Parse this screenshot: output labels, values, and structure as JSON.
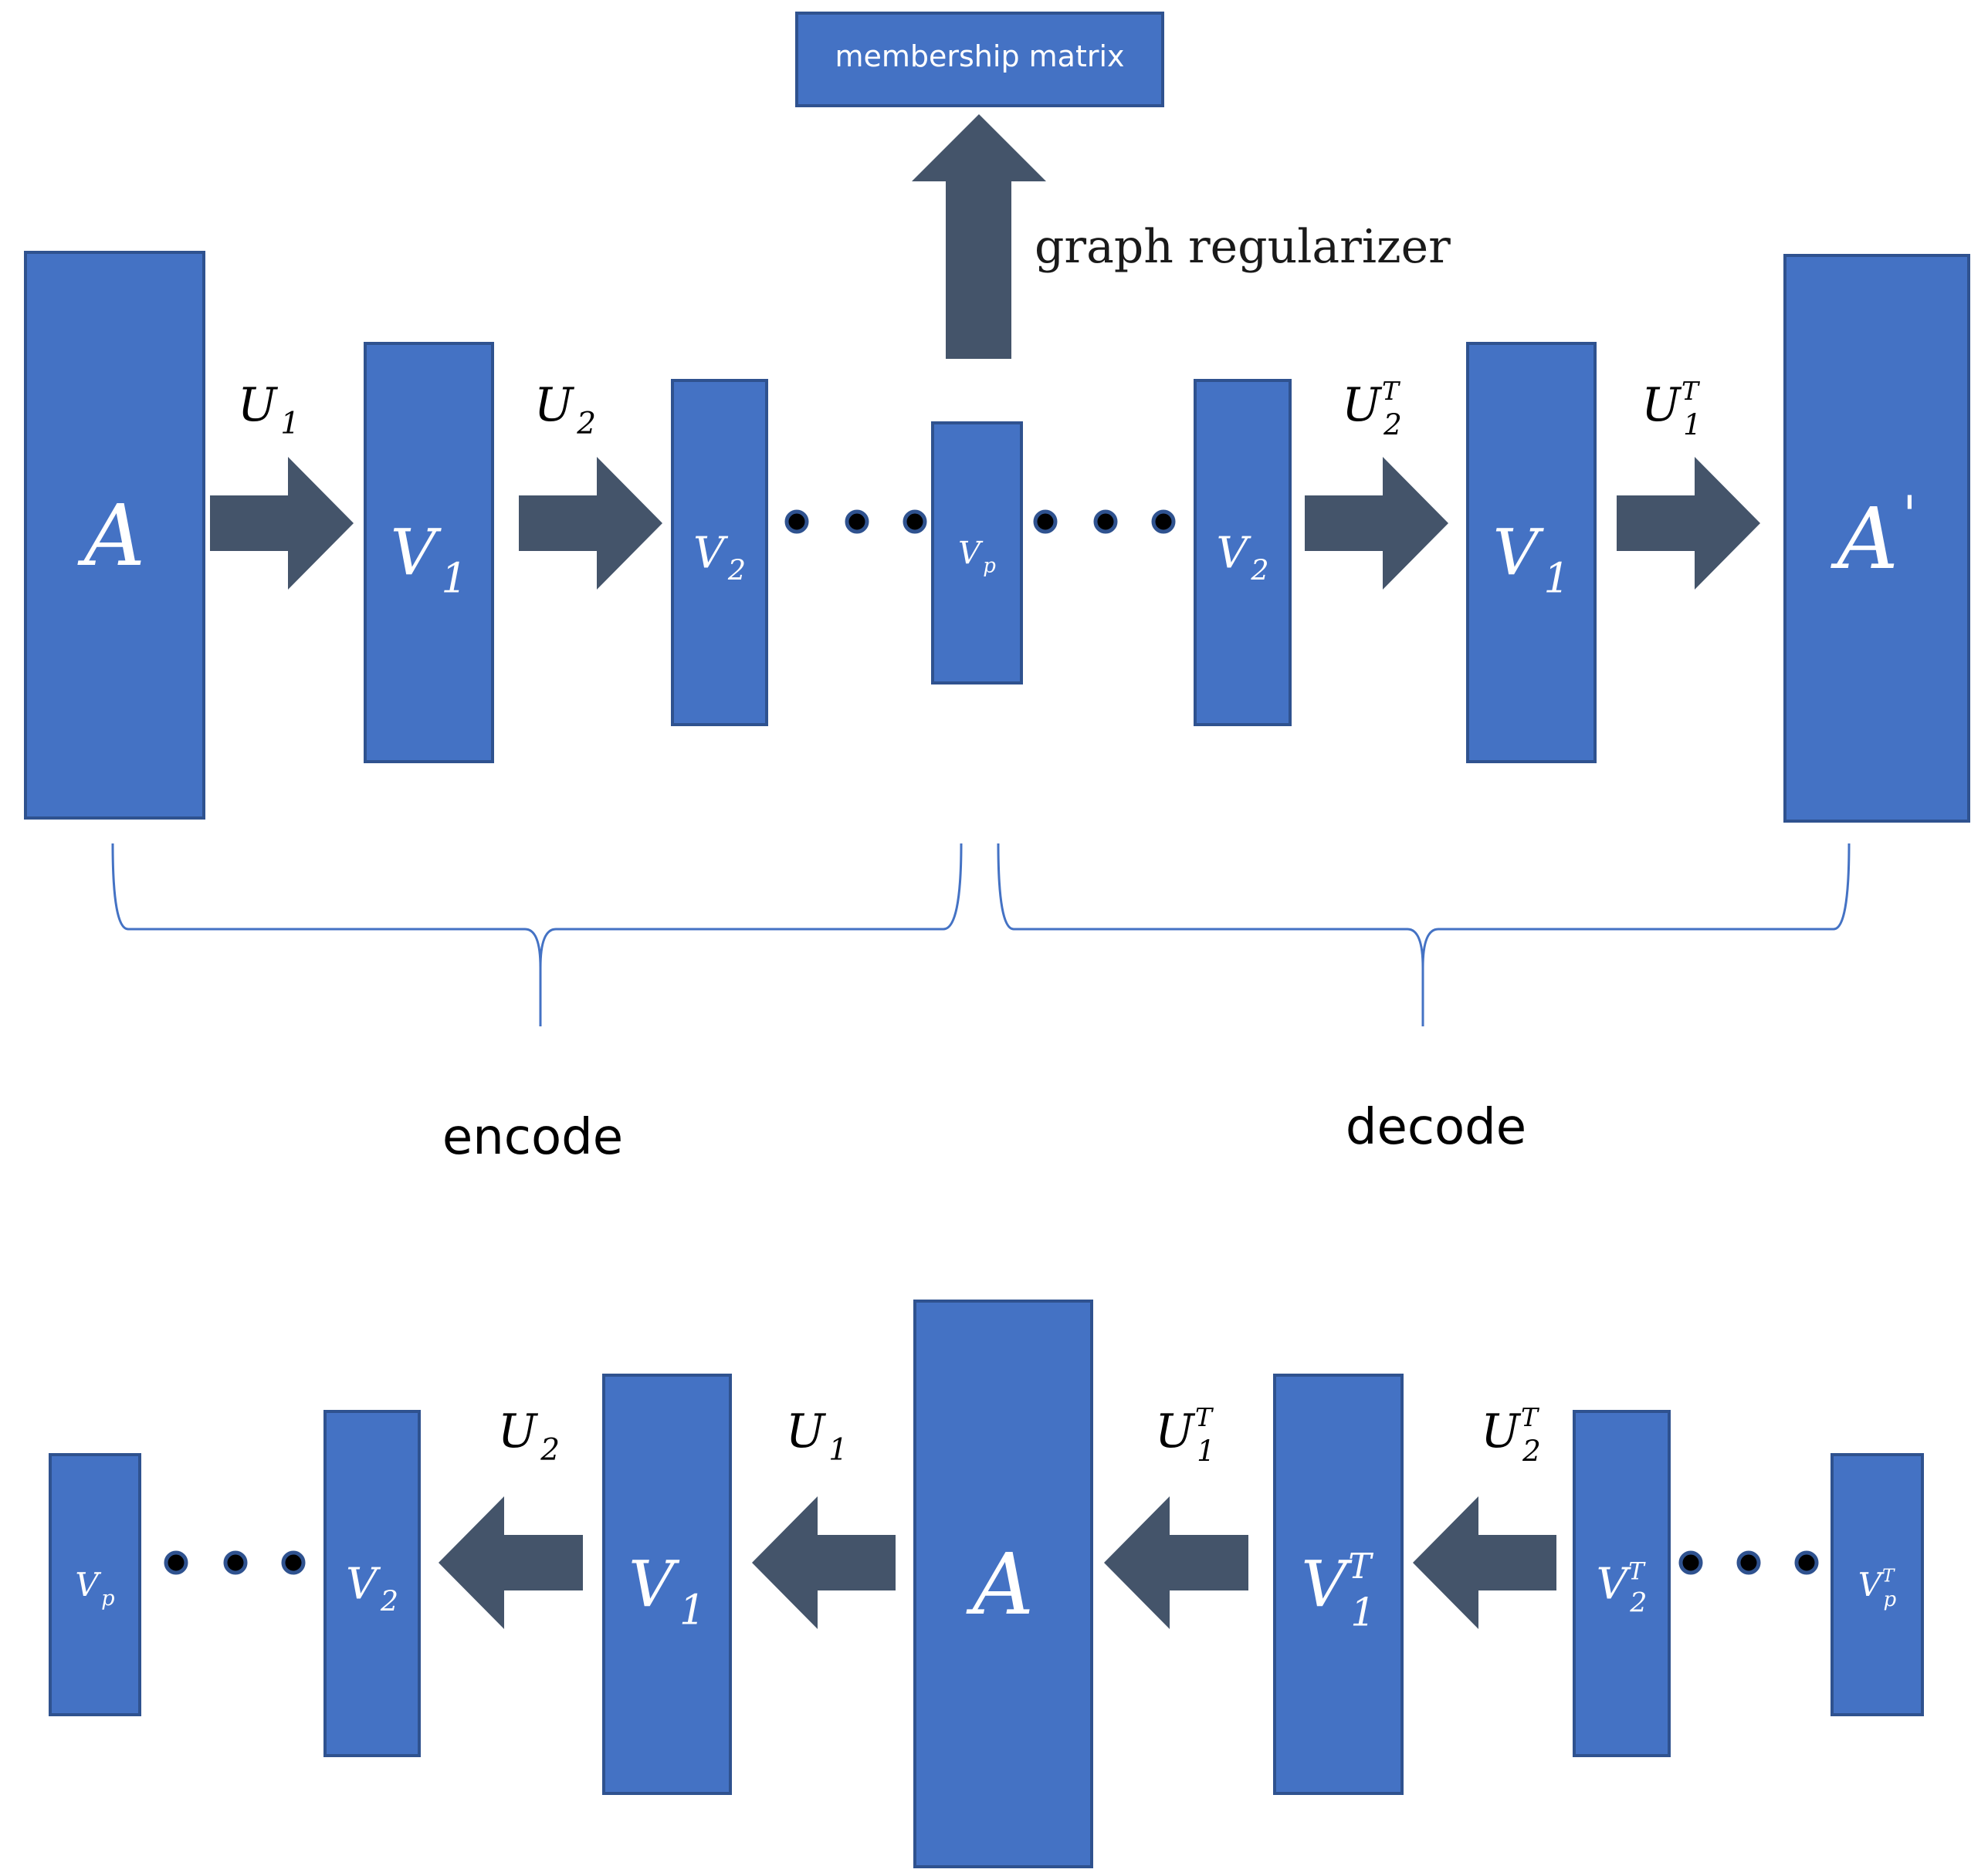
{
  "membership_box": {
    "label": "membership matrix"
  },
  "regularizer_label": "graph regularizer",
  "top": {
    "boxes": [
      {
        "base": "A",
        "sub": "",
        "sup": ""
      },
      {
        "base": "V",
        "sub": "1",
        "sup": ""
      },
      {
        "base": "V",
        "sub": "2",
        "sup": ""
      },
      {
        "base": "V",
        "sub": "p",
        "sup": ""
      },
      {
        "base": "V",
        "sub": "2",
        "sup": ""
      },
      {
        "base": "V",
        "sub": "1",
        "sup": ""
      },
      {
        "base": "A",
        "sub": "",
        "sup": "'"
      }
    ],
    "arrow_labels": [
      {
        "base": "U",
        "sub": "1",
        "sup": ""
      },
      {
        "base": "U",
        "sub": "2",
        "sup": ""
      },
      {
        "base": "U",
        "sub": "2",
        "sup": "T"
      },
      {
        "base": "U",
        "sub": "1",
        "sup": "T"
      }
    ],
    "brace_labels": {
      "left": "encode",
      "right": "decode"
    }
  },
  "bottom": {
    "boxes": [
      {
        "base": "V",
        "sub": "p",
        "sup": ""
      },
      {
        "base": "V",
        "sub": "2",
        "sup": ""
      },
      {
        "base": "V",
        "sub": "1",
        "sup": ""
      },
      {
        "base": "A",
        "sub": "",
        "sup": ""
      },
      {
        "base": "V",
        "sub": "1",
        "sup": "T"
      },
      {
        "base": "V",
        "sub": "2",
        "sup": "T"
      },
      {
        "base": "V",
        "sub": "p",
        "sup": "T"
      }
    ],
    "arrow_labels": [
      {
        "base": "U",
        "sub": "2",
        "sup": ""
      },
      {
        "base": "U",
        "sub": "1",
        "sup": ""
      },
      {
        "base": "U",
        "sub": "1",
        "sup": "T"
      },
      {
        "base": "U",
        "sub": "2",
        "sup": "T"
      }
    ]
  },
  "colors": {
    "box_fill": "#4472C4",
    "box_stroke": "#2F528F",
    "arrow": "#44546A"
  }
}
